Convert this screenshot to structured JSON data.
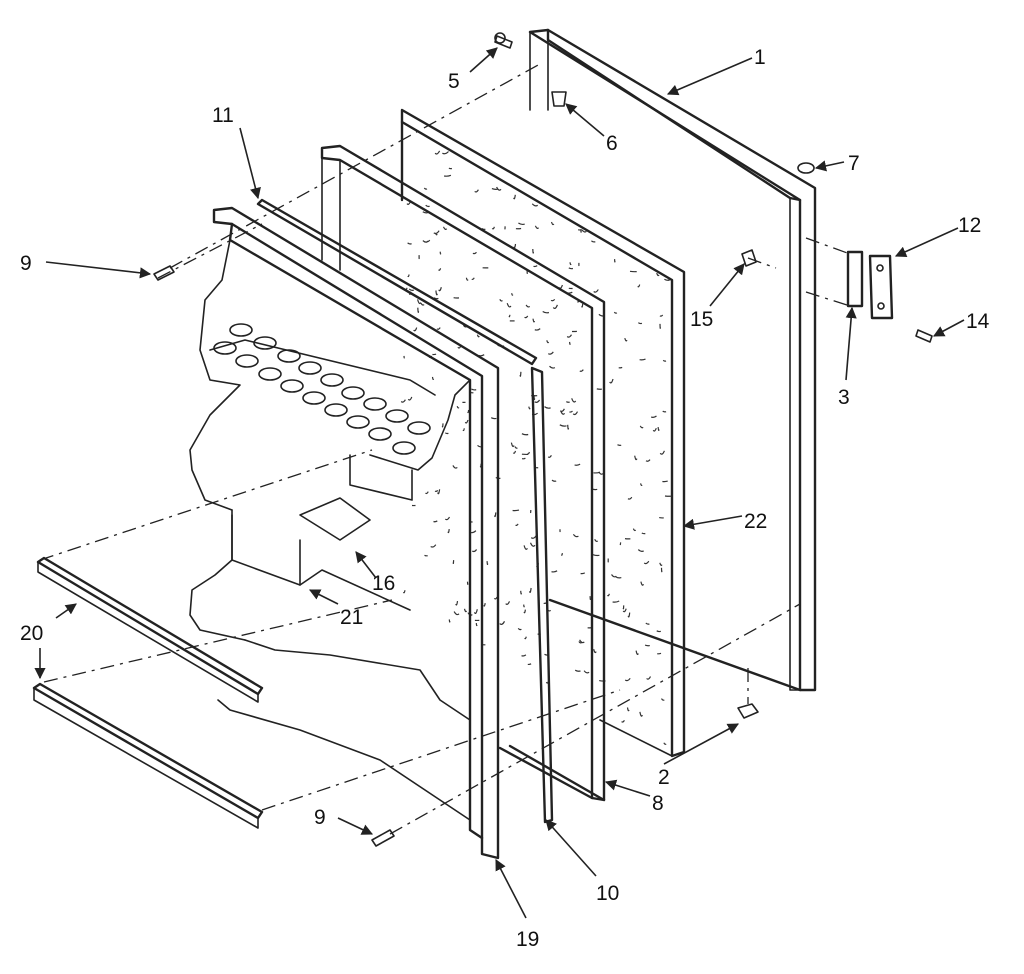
{
  "callouts": [
    {
      "id": "1",
      "text": "1"
    },
    {
      "id": "2",
      "text": "2"
    },
    {
      "id": "3",
      "text": "3"
    },
    {
      "id": "5",
      "text": "5"
    },
    {
      "id": "6",
      "text": "6"
    },
    {
      "id": "7",
      "text": "7"
    },
    {
      "id": "8",
      "text": "8"
    },
    {
      "id": "9a",
      "text": "9"
    },
    {
      "id": "9b",
      "text": "9"
    },
    {
      "id": "10",
      "text": "10"
    },
    {
      "id": "11",
      "text": "11"
    },
    {
      "id": "12",
      "text": "12"
    },
    {
      "id": "14",
      "text": "14"
    },
    {
      "id": "15",
      "text": "15"
    },
    {
      "id": "16",
      "text": "16"
    },
    {
      "id": "19",
      "text": "19"
    },
    {
      "id": "20",
      "text": "20"
    },
    {
      "id": "21",
      "text": "21"
    },
    {
      "id": "22",
      "text": "22"
    }
  ]
}
